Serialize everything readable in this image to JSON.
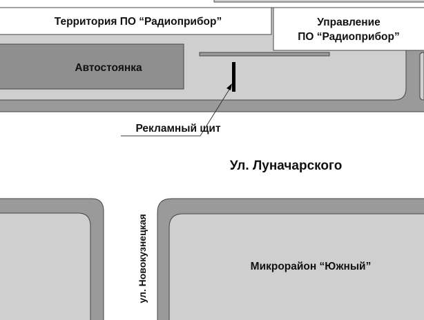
{
  "labels": {
    "territory": "Территория ПО “Радиоприбор”",
    "management_line1": "Управление",
    "management_line2": "ПО “Радиоприбор”",
    "parking": "Автостоянка",
    "billboard": "Рекламный щит",
    "main_street": "Ул. Луначарского",
    "side_street": "ул. Новокузнецкая",
    "district": "Микрорайон “Южный”"
  },
  "colors": {
    "sidewalk": "#9a9a9a",
    "block": "#cfcfcf",
    "building": "#ffffff",
    "parking": "#8f8f8f",
    "billboard": "#000000"
  }
}
